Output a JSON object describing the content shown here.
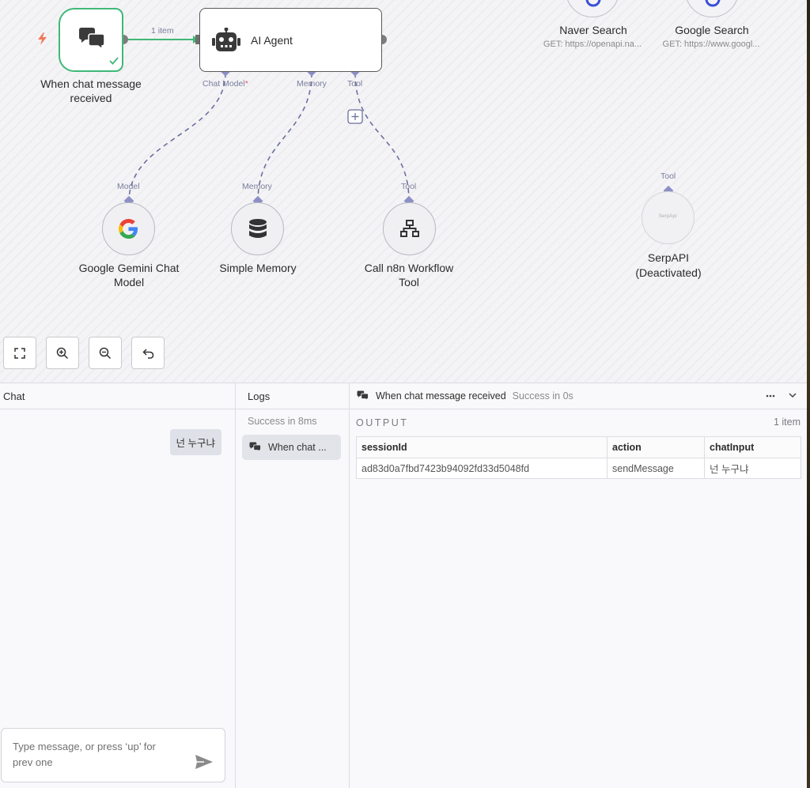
{
  "canvas": {
    "trigger": {
      "label": "When chat message received"
    },
    "connection": {
      "label": "1 item"
    },
    "agent": {
      "title": "AI Agent",
      "ports": {
        "chat_model": "Chat Model",
        "chat_model_required": "*",
        "memory": "Memory",
        "tool": "Tool"
      }
    },
    "top_nodes": [
      {
        "title": "Naver Search",
        "subtitle": "GET: https://openapi.na..."
      },
      {
        "title": "Google Search",
        "subtitle": "GET: https://www.googl..."
      }
    ],
    "sub_nodes": [
      {
        "port": "Model",
        "label": "Google Gemini Chat Model",
        "icon": "google-g-icon"
      },
      {
        "port": "Memory",
        "label": "Simple Memory",
        "icon": "database-icon"
      },
      {
        "port": "Tool",
        "label": "Call n8n Workflow Tool",
        "icon": "sitemap-icon"
      },
      {
        "port": "Tool",
        "label": "SerpAPI (Deactivated)",
        "icon_text": "SerpApi"
      }
    ],
    "controls": [
      "fit-view-icon",
      "zoom-in-icon",
      "zoom-out-icon",
      "reset-zoom-icon"
    ],
    "colors": {
      "success": "#3fb877",
      "trigger_bolt": "#f07a5a",
      "port": "#8c90c4",
      "dashed_edge": "#6b6f9e"
    }
  },
  "chat": {
    "header": "Chat",
    "messages": [
      {
        "from": "user",
        "text": "넌 누구냐"
      }
    ],
    "input_placeholder": "Type message, or press ‘up’ for prev one"
  },
  "logs": {
    "header": "Logs",
    "status": "Success in 8ms",
    "items": [
      {
        "label": "When chat ...",
        "icon": "chat-bubbles-icon"
      }
    ]
  },
  "output": {
    "node_name": "When chat message received",
    "status": "Success in 0s",
    "section_label": "OUTPUT",
    "items_count": "1 item",
    "columns": [
      "sessionId",
      "action",
      "chatInput"
    ],
    "rows": [
      [
        "ad83d0a7fbd7423b94092fd33d5048fd",
        "sendMessage",
        "넌 누구냐"
      ]
    ]
  }
}
